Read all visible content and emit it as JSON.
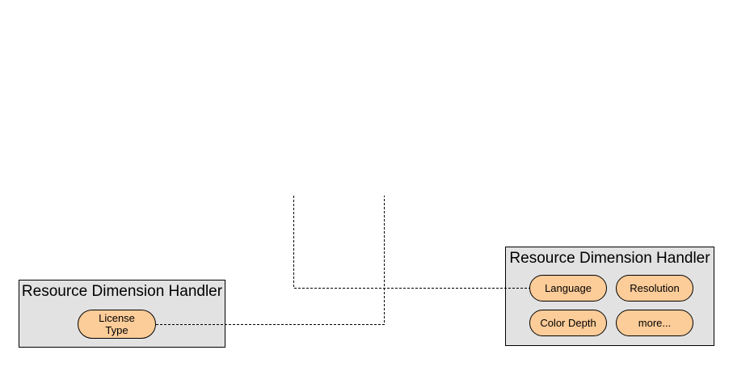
{
  "diagram": {
    "left_box": {
      "title": "Resource Dimension Handler",
      "pill_label": "License\nType"
    },
    "right_box": {
      "title": "Resource Dimension Handler",
      "pills": [
        {
          "label": "Language"
        },
        {
          "label": "Resolution"
        },
        {
          "label": "Color Depth"
        },
        {
          "label": "more..."
        }
      ]
    },
    "connectors": [
      {
        "from": "top-edge",
        "to": "pill-language",
        "style": "dashed-elbow"
      },
      {
        "from": "pill-license-type",
        "to": "top-edge",
        "style": "dashed-elbow"
      }
    ],
    "colors": {
      "background": "#ffffff",
      "box_fill": "#e2e2e2",
      "box_border": "#000000",
      "pill_fill": "#fccc99",
      "pill_border": "#000000",
      "connector_line": "#000000",
      "text": "#000000"
    }
  }
}
